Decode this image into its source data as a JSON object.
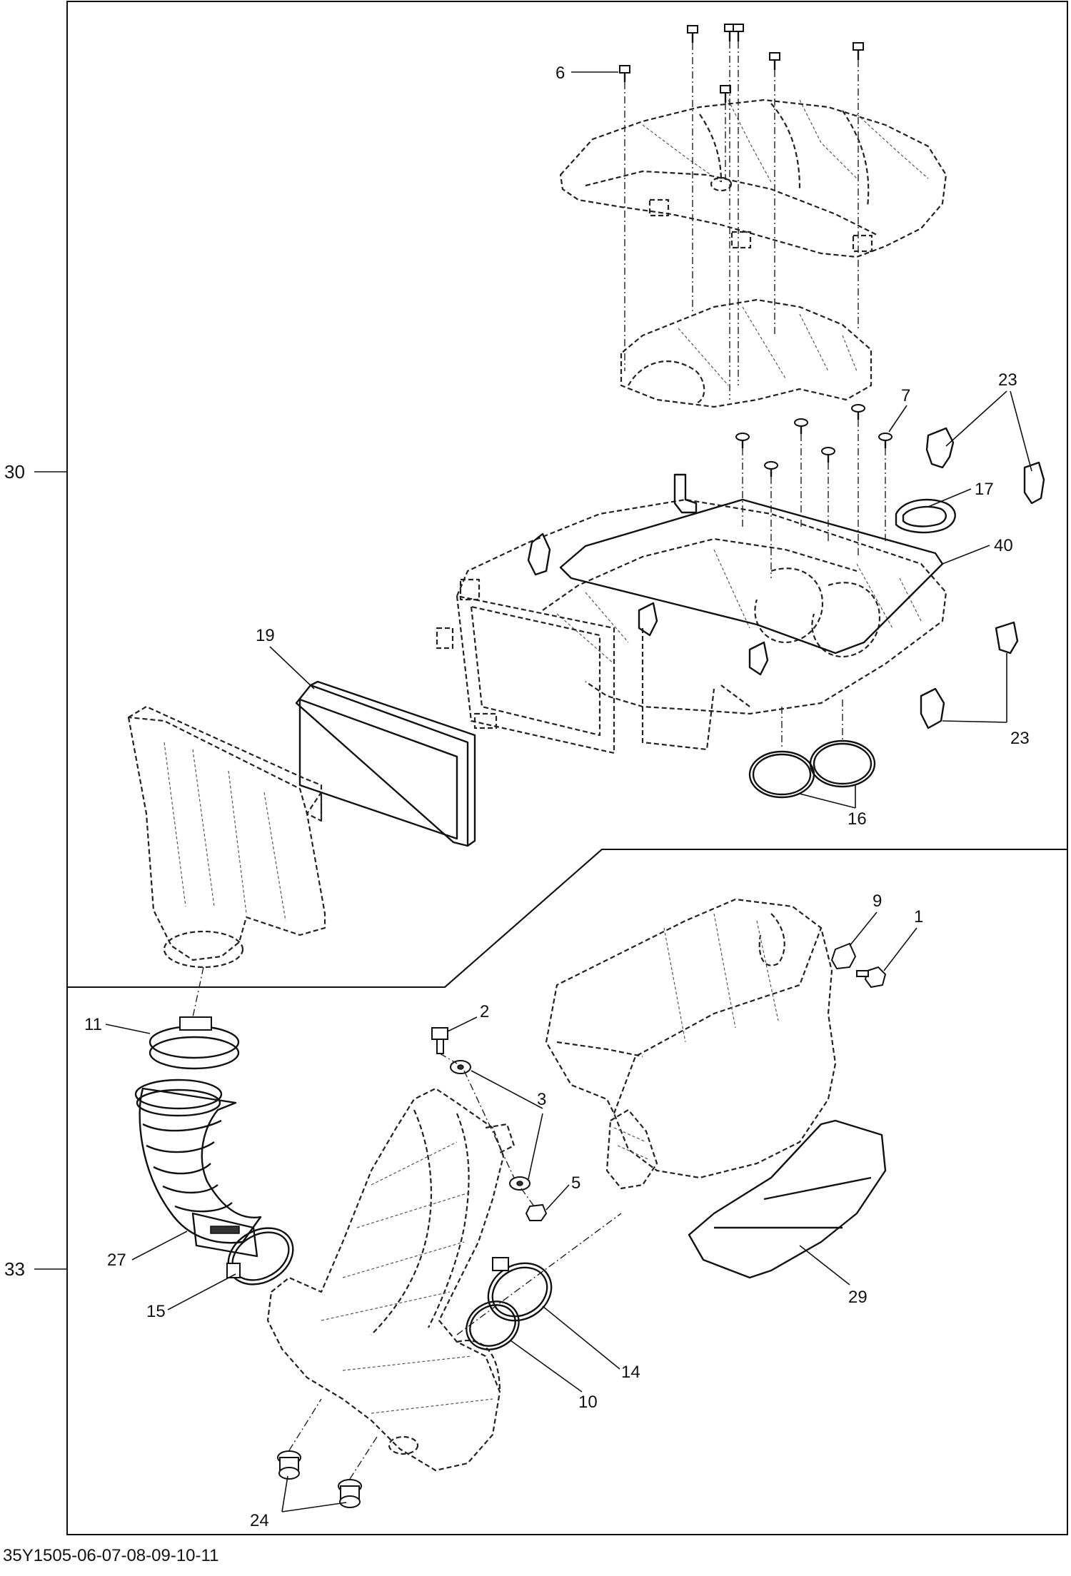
{
  "diagram_id": "35Y1505-06-07-08-09-10-11",
  "callouts": {
    "c1": "1",
    "c2": "2",
    "c3": "3",
    "c5": "5",
    "c6": "6",
    "c7": "7",
    "c9": "9",
    "c10": "10",
    "c11": "11",
    "c14": "14",
    "c15": "15",
    "c16": "16",
    "c17": "17",
    "c19": "19",
    "c23a": "23",
    "c23b": "23",
    "c24": "24",
    "c27": "27",
    "c29": "29",
    "c40": "40"
  },
  "group_refs": {
    "g30": "30",
    "g33": "33"
  }
}
